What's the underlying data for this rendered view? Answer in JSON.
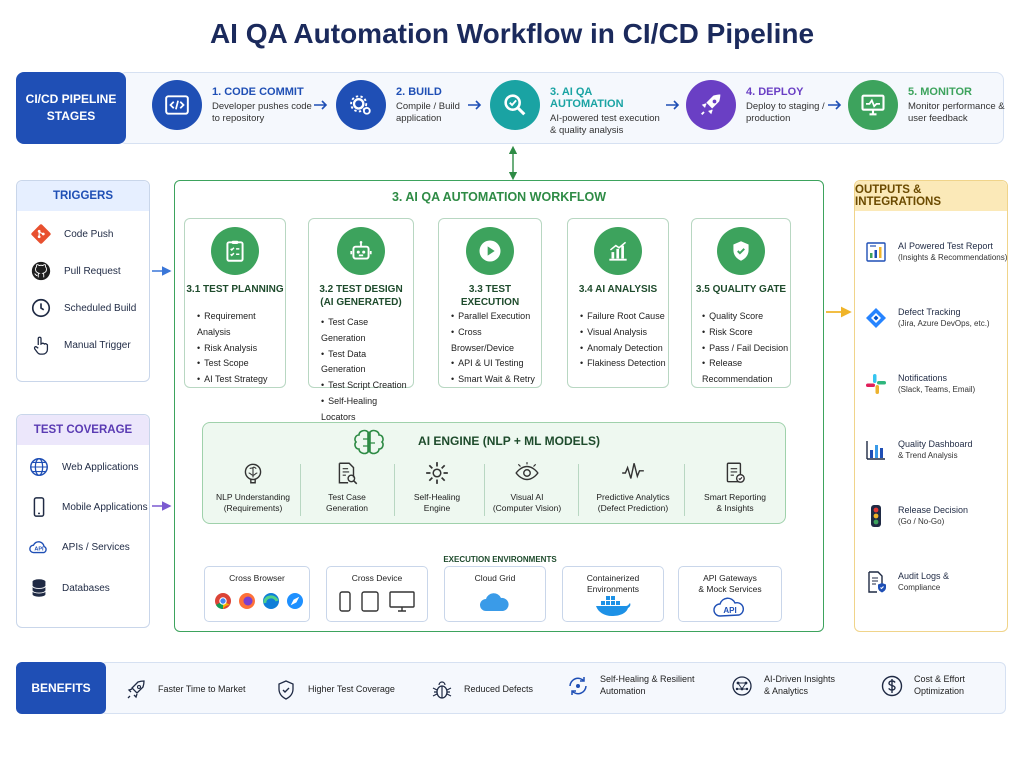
{
  "title": "AI QA Automation Workflow in CI/CD Pipeline",
  "pipeline": {
    "label": "CI/CD PIPELINE STAGES",
    "stages": [
      {
        "title": "1. CODE COMMIT",
        "desc": "Developer pushes code to repository",
        "color": "#1f4fb5"
      },
      {
        "title": "2. BUILD",
        "desc": "Compile / Build application",
        "color": "#1f4fb5"
      },
      {
        "title": "3. AI QA AUTOMATION",
        "desc": "AI-powered test execution & quality analysis",
        "color": "#1aa3a3"
      },
      {
        "title": "4. DEPLOY",
        "desc": "Deploy to staging / production",
        "color": "#6a3fc4"
      },
      {
        "title": "5. MONITOR",
        "desc": "Monitor performance & user feedback",
        "color": "#3da35d"
      }
    ]
  },
  "triggers": {
    "label": "TRIGGERS",
    "items": [
      "Code Push",
      "Pull Request",
      "Scheduled Build",
      "Manual Trigger"
    ]
  },
  "coverage": {
    "label": "TEST COVERAGE",
    "items": [
      "Web Applications",
      "Mobile Applications",
      "APIs / Services",
      "Databases"
    ],
    "api_icon_text": "API"
  },
  "workflow": {
    "title": "3. AI QA AUTOMATION WORKFLOW",
    "cards": [
      {
        "title": "3.1 TEST PLANNING",
        "subtitle": "",
        "items": [
          "Requirement Analysis",
          "Risk Analysis",
          "Test Scope",
          "AI Test Strategy"
        ]
      },
      {
        "title": "3.2 TEST DESIGN",
        "subtitle": "(AI GENERATED)",
        "items": [
          "Test Case Generation",
          "Test Data Generation",
          "Test Script Creation",
          "Self-Healing Locators"
        ]
      },
      {
        "title": "3.3 TEST EXECUTION",
        "subtitle": "",
        "items": [
          "Parallel Execution",
          "Cross Browser/Device",
          "API & UI Testing",
          "Smart Wait & Retry"
        ]
      },
      {
        "title": "3.4 AI ANALYSIS",
        "subtitle": "",
        "items": [
          "Failure Root Cause",
          "Visual Analysis",
          "Anomaly Detection",
          "Flakiness Detection"
        ]
      },
      {
        "title": "3.5 QUALITY GATE",
        "subtitle": "",
        "items": [
          "Quality Score",
          "Risk Score",
          "Pass / Fail Decision",
          "Release Recommendation"
        ]
      }
    ]
  },
  "engine": {
    "title": "AI ENGINE (NLP + ML MODELS)",
    "modules": [
      {
        "l1": "NLP Understanding",
        "l2": "(Requirements)"
      },
      {
        "l1": "Test Case",
        "l2": "Generation"
      },
      {
        "l1": "Self-Healing",
        "l2": "Engine"
      },
      {
        "l1": "Visual AI",
        "l2": "(Computer Vision)"
      },
      {
        "l1": "Predictive Analytics",
        "l2": "(Defect Prediction)"
      },
      {
        "l1": "Smart Reporting",
        "l2": "& Insights"
      }
    ]
  },
  "execution": {
    "title": "EXECUTION ENVIRONMENTS",
    "envs": [
      {
        "l1": "Cross Browser",
        "l2": ""
      },
      {
        "l1": "Cross Device",
        "l2": ""
      },
      {
        "l1": "Cloud Grid",
        "l2": ""
      },
      {
        "l1": "Containerized",
        "l2": "Environments"
      },
      {
        "l1": "API Gateways",
        "l2": "& Mock Services"
      }
    ],
    "api_badge": "API"
  },
  "outputs": {
    "label": "OUTPUTS & INTEGRATIONS",
    "items": [
      {
        "l1": "AI Powered Test Report",
        "l2": "(Insights & Recommendations)"
      },
      {
        "l1": "Defect Tracking",
        "l2": "(Jira, Azure DevOps, etc.)"
      },
      {
        "l1": "Notifications",
        "l2": "(Slack, Teams, Email)"
      },
      {
        "l1": "Quality Dashboard",
        "l2": "& Trend Analysis"
      },
      {
        "l1": "Release Decision",
        "l2": "(Go / No-Go)"
      },
      {
        "l1": "Audit Logs &",
        "l2": "Compliance"
      }
    ]
  },
  "benefits": {
    "label": "BENEFITS",
    "items": [
      {
        "l1": "Faster Time to Market",
        "l2": ""
      },
      {
        "l1": "Higher Test Coverage",
        "l2": ""
      },
      {
        "l1": "Reduced Defects",
        "l2": ""
      },
      {
        "l1": "Self-Healing & Resilient",
        "l2": "Automation"
      },
      {
        "l1": "AI-Driven Insights",
        "l2": "& Analytics"
      },
      {
        "l1": "Cost & Effort",
        "l2": "Optimization"
      }
    ]
  },
  "colors": {
    "primary": "#1f4fb5",
    "green": "#3da35d",
    "purple": "#6a3fc4",
    "gold": "#f0b429"
  }
}
